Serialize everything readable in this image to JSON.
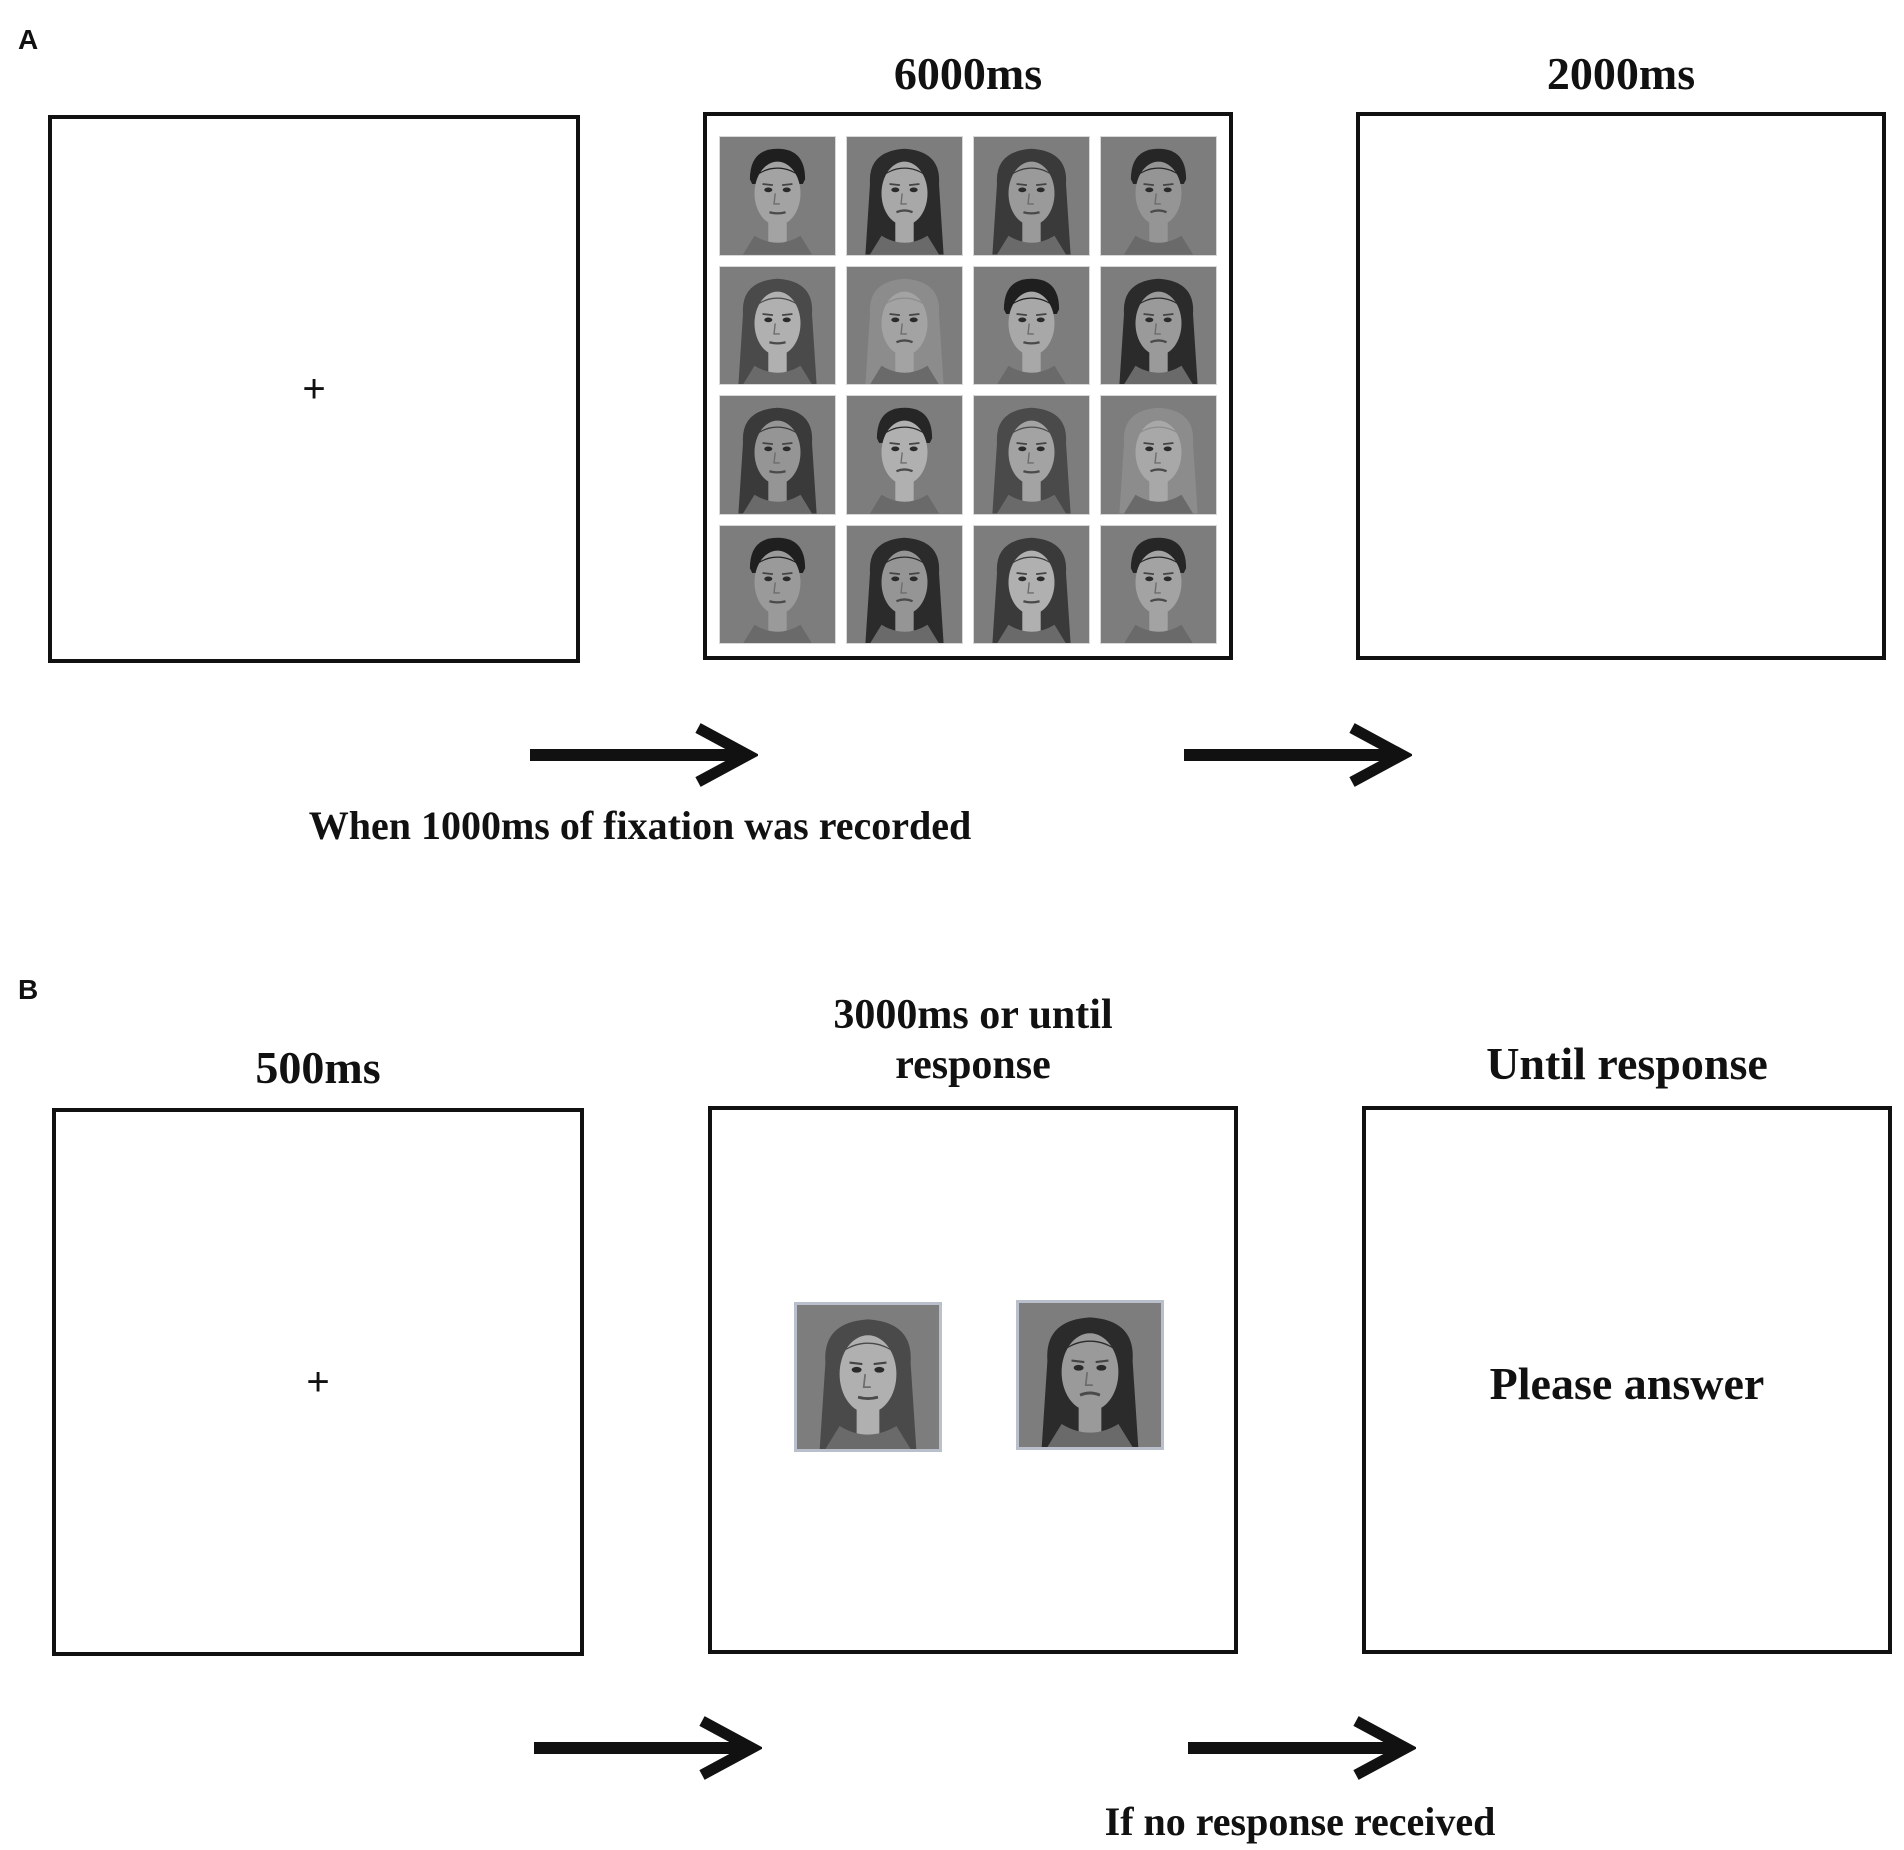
{
  "panel_a": {
    "label": "A",
    "screens": [
      {
        "caption": "",
        "content": "+"
      },
      {
        "caption": "6000ms",
        "content": ""
      },
      {
        "caption": "2000ms",
        "content": ""
      }
    ],
    "transitions": [
      {
        "caption": "When 1000ms of fixation was recorded"
      },
      {
        "caption": ""
      }
    ]
  },
  "panel_b": {
    "label": "B",
    "screens": [
      {
        "caption": "500ms",
        "content": "+"
      },
      {
        "caption_line1": "3000ms or until",
        "caption_line2": "response",
        "content": ""
      },
      {
        "caption": "Until response",
        "content": "Please answer"
      }
    ],
    "transitions": [
      {
        "caption": ""
      },
      {
        "caption": "If no response received"
      }
    ]
  },
  "colors": {
    "frame": "#111111",
    "photo_background": "#7a7a7a",
    "photo_border": "#b9c0cc"
  }
}
